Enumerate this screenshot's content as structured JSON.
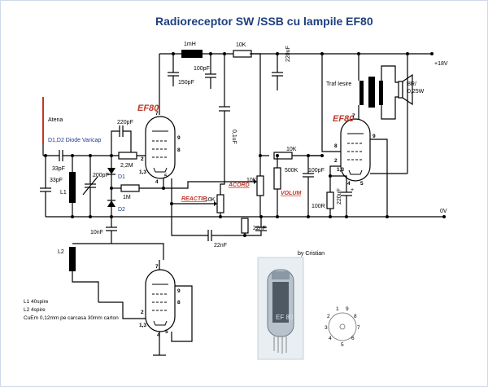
{
  "title": "Radioreceptor SW /SSB cu lampile  EF80",
  "rails": {
    "positive": "+18V",
    "ground": "0V"
  },
  "tubes": {
    "v1": "EF80",
    "v3": "EF80",
    "photo_label": "EF 80"
  },
  "pins": {
    "p7": "7",
    "p9": "9",
    "p8": "8",
    "p2": "2",
    "p13": "1,3",
    "p4": "4",
    "p5": "5"
  },
  "input": {
    "antenna": "Atena",
    "varicap": "D1,D2 Diode Varicap",
    "l1": "L1",
    "l2": "L2",
    "d1": "D1",
    "d2": "D2"
  },
  "controls": {
    "reactie": "REACTIE",
    "acord": "ACORD",
    "volum": "VOLUM"
  },
  "components": {
    "choke": "1mH",
    "c150": "150pF",
    "c100": "100pF",
    "r10k_top": "10K",
    "c01uf": "0,1uF",
    "c220uf_top": "220uF",
    "transformer": "Traf Iesire",
    "speaker_1": "8R/",
    "speaker_2": "0,25W",
    "c33_top": "33pF",
    "c33_shunt": "33pF",
    "c200": "200pF",
    "c220pf": "220pF",
    "r2m2": "2,2M",
    "r1m": "1M",
    "c10nf": "10nF",
    "c22nf_a": "22nF",
    "c22nf_b": "22nF",
    "pot_reactie": "10K",
    "pot_acord": "10K",
    "r10k_mid": "10K",
    "pot_volum": "500K",
    "c100_v3": "100pF",
    "r100": "100R",
    "c220uf_bypass": "220uF",
    "polarity": "+"
  },
  "credit": "by Cristian",
  "notes": [
    "L1 40spire",
    "L2 4spire",
    "CuEm 0,12mm pe carcasa 30mm carton"
  ],
  "pinout": [
    "1",
    "2",
    "3",
    "4",
    "5",
    "6",
    "7",
    "8",
    "9"
  ]
}
